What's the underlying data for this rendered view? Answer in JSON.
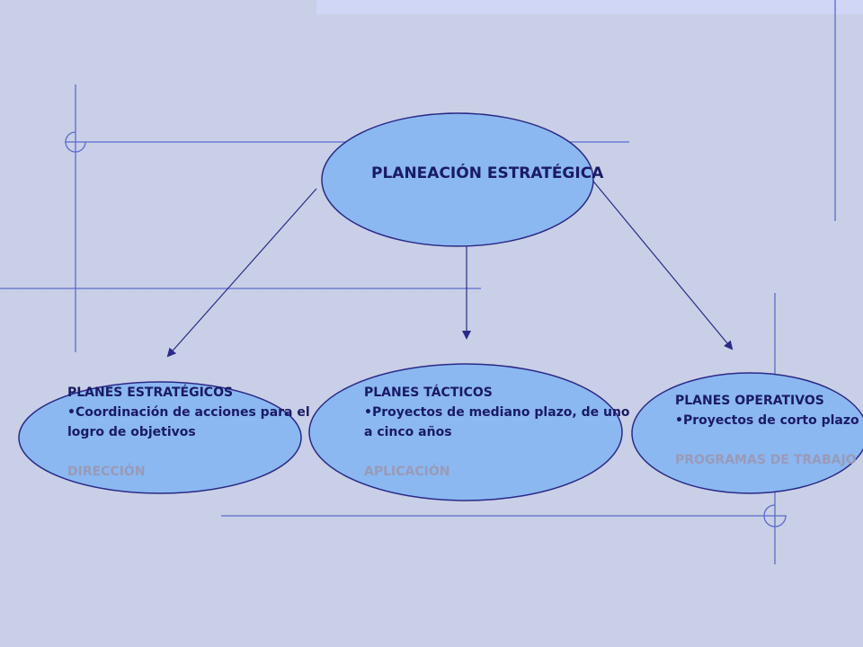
{
  "colors": {
    "ellipse_fill": "#8bb8f0",
    "ellipse_stroke": "#2a2a88",
    "text": "#1a1a66",
    "muted_text": "#9a9ab8",
    "deco_lines": "#5a6bd0",
    "top_bar": "#cfd6f6"
  },
  "main_node": {
    "title": "PLANEACIÓN ESTRATÉGICA"
  },
  "nodes": [
    {
      "title": "PLANES ESTRATÉGICOS",
      "bullet": "Coordinación de acciones para el",
      "continuation": "logro de objetivos",
      "tag": "DIRECCIÓN"
    },
    {
      "title": "PLANES TÁCTICOS",
      "bullet": "Proyectos de mediano plazo, de uno",
      "continuation": "a cinco años",
      "tag": "APLICACIÓN"
    },
    {
      "title": "PLANES OPERATIVOS",
      "bullet": "Proyectos de corto plazo",
      "continuation": "",
      "tag": "PROGRAMAS DE TRABAJO"
    }
  ]
}
